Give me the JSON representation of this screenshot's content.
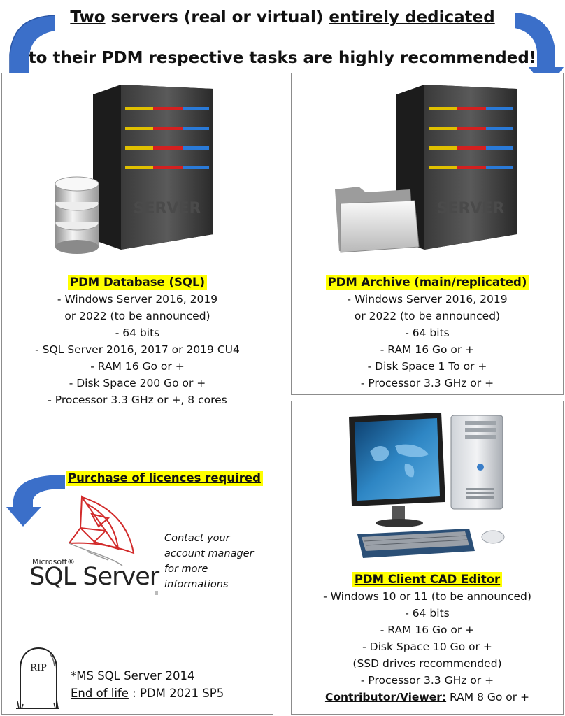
{
  "header": {
    "line1_part1": "Two",
    "line1_part2": " servers (real or virtual) ",
    "line1_part3": "entirely dedicated",
    "line2": "to their PDM respective tasks are highly recommended!"
  },
  "database": {
    "title": "PDM Database (SQL)",
    "lines": [
      "- Windows Server 2016, 2019",
      "or 2022 (to be announced)",
      "- 64 bits",
      "- SQL Server 2016, 2017 or 2019 CU4",
      "- RAM 16 Go or +",
      "- Disk Space 200 Go or +",
      "- Processor 3.3 GHz or +, 8 cores"
    ],
    "server_label": "SERVER"
  },
  "archive": {
    "title": "PDM Archive (main/replicated)",
    "lines": [
      "- Windows Server 2016, 2019",
      "or 2022 (to be announced)",
      "- 64 bits",
      "- RAM 16 Go or +",
      "- Disk Space 1 To or +",
      "- Processor 3.3 GHz or +"
    ],
    "server_label": "SERVER"
  },
  "licence": {
    "title": "Purchase of licences required",
    "logo_brand": "Microsoft®",
    "logo_product": "SQL Server",
    "contact": [
      "Contact your",
      "account manager",
      "for more",
      "informations"
    ]
  },
  "end_of_life": {
    "tombstone_text": "RIP",
    "product": "*MS SQL Server 2014",
    "label": "End of life",
    "value": " : PDM 2021 SP5"
  },
  "client": {
    "title": "PDM Client CAD Editor",
    "lines": [
      "- Windows 10 or 11 (to be announced)",
      "- 64 bits",
      "- RAM 16 Go or +",
      "- Disk Space 10 Go or +",
      "(SSD drives recommended)",
      "- Processor 3.3 GHz or +"
    ],
    "viewer_label": "Contributor/Viewer:",
    "viewer_value": " RAM 8 Go or +"
  },
  "colors": {
    "highlight": "#ffff00",
    "arrow_blue": "#3b6fc9",
    "border": "#8c8c8c",
    "sql_red": "#d22b2b"
  }
}
